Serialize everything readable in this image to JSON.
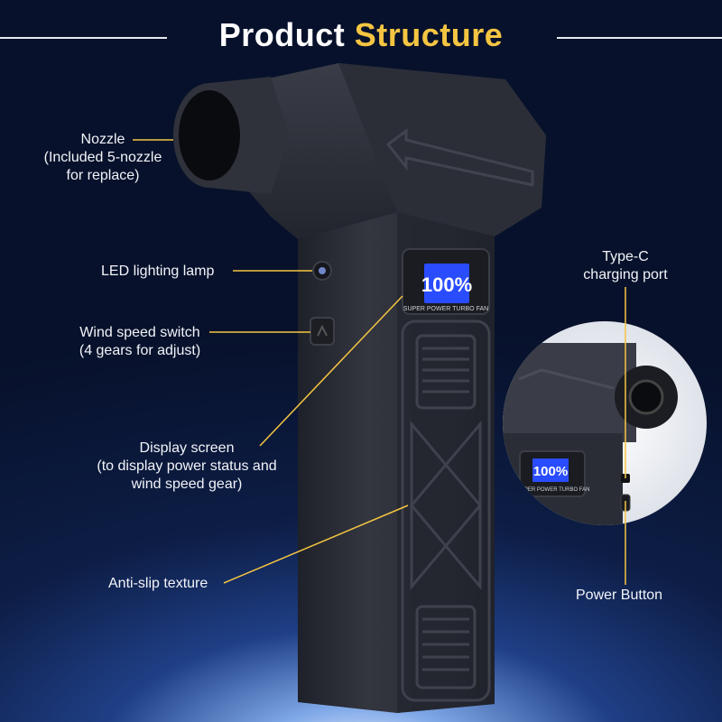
{
  "title": {
    "part1": "Product",
    "part2": "Structure"
  },
  "display": {
    "reading": "100%",
    "brand_text": "SUPER POWER TURBO FAN"
  },
  "labels": {
    "nozzle": {
      "line1": "Nozzle",
      "line2": "(Included 5-nozzle",
      "line3": "for replace)"
    },
    "led": "LED lighting lamp",
    "wind_speed": {
      "line1": "Wind speed switch",
      "line2": "(4 gears for adjust)"
    },
    "display_screen": {
      "line1": "Display screen",
      "line2": "(to display power status and",
      "line3": "wind speed gear)"
    },
    "anti_slip": "Anti-slip texture",
    "type_c": {
      "line1": "Type-C",
      "line2": "charging port"
    },
    "power_button": "Power Button"
  },
  "colors": {
    "accent": "#f5c542",
    "body": "#2a2d38",
    "screen": "#2a4cff"
  }
}
